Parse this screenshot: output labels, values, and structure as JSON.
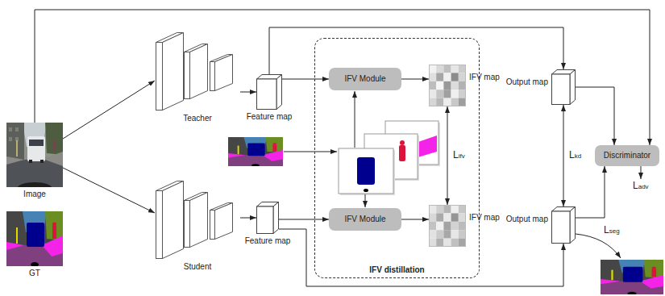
{
  "diagram": {
    "nodes": [
      {
        "text": [
          "Image"
        ]
      },
      {
        "text": [
          "GT"
        ]
      },
      {
        "text": [
          "Teacher"
        ]
      },
      {
        "text": [
          "Student"
        ]
      },
      {
        "text": [
          "Feature map"
        ]
      },
      {
        "text": [
          "Feature map"
        ]
      },
      {
        "text": [
          "IFV distillation"
        ]
      },
      {
        "text": [
          "IFV Module"
        ],
        "in": 6
      },
      {
        "text": [
          "IFV Module"
        ],
        "in": 6
      },
      {
        "text": [
          "IFV map"
        ],
        "in": 6
      },
      {
        "text": [
          "IFV map"
        ],
        "in": 6
      },
      {
        "text": [
          "Output map"
        ]
      },
      {
        "text": [
          "Output map"
        ]
      },
      {
        "text": [
          "Discriminator"
        ]
      }
    ],
    "edges": [
      {
        "from": 0,
        "to": 2,
        "arrow": "to"
      },
      {
        "from": 0,
        "to": 3,
        "arrow": "to"
      },
      {
        "from": 2,
        "to": 4,
        "arrow": "to"
      },
      {
        "from": 3,
        "to": 5,
        "arrow": "to"
      },
      {
        "from": 4,
        "to": 7,
        "arrow": "to"
      },
      {
        "from": 5,
        "to": 8,
        "arrow": "to"
      },
      {
        "from": 7,
        "to": 9,
        "arrow": "to"
      },
      {
        "from": 8,
        "to": 10,
        "arrow": "to"
      },
      {
        "from": 4,
        "to": 11,
        "arrow": "to"
      },
      {
        "from": 5,
        "to": 12,
        "arrow": "to"
      },
      {
        "from": 9,
        "to": 10,
        "label": "Lifv",
        "arrow": "both"
      },
      {
        "from": 11,
        "to": 12,
        "label": "Lkd",
        "arrow": "both"
      },
      {
        "from": 11,
        "to": 13,
        "arrow": "to"
      },
      {
        "from": 12,
        "to": 13,
        "arrow": "to"
      },
      {
        "from": 0,
        "to": 13,
        "arrow": "to"
      }
    ],
    "labels": [
      "Ladv",
      "Lseg"
    ]
  }
}
